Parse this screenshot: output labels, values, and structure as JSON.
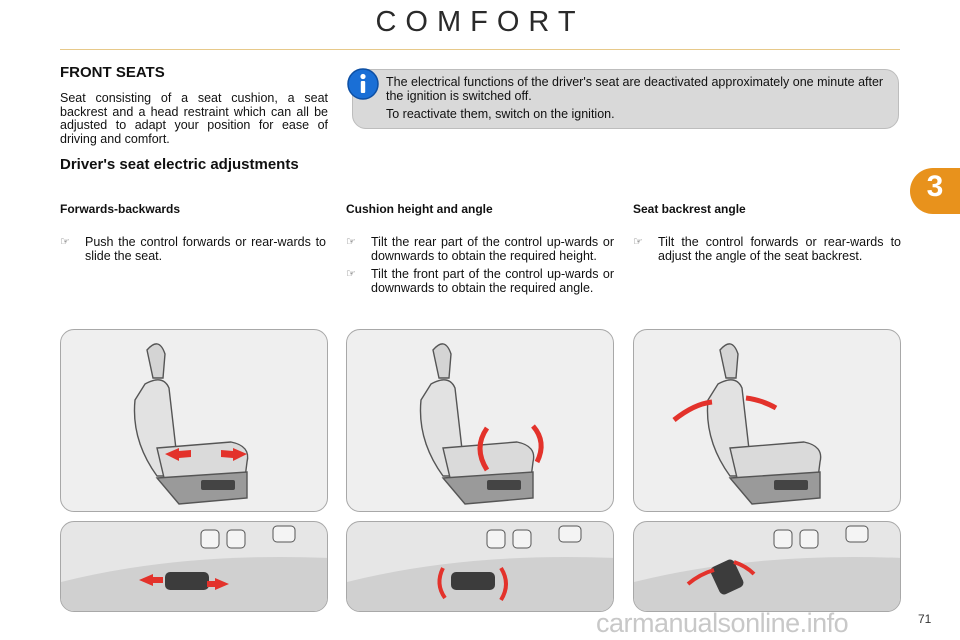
{
  "header": {
    "title": "COMFORT"
  },
  "chapter": {
    "number": "3"
  },
  "front_seats": {
    "heading": "FRONT SEATS",
    "intro": "Seat consisting of a seat cushion, a seat backrest and a head restraint which can all be adjusted to adapt your position for ease of driving and comfort."
  },
  "info": {
    "icon": "info-icon",
    "paragraphs": [
      "The electrical functions of the driver's seat are deactivated approximately one minute after the ignition is switched off.",
      "To reactivate them, switch on the ignition."
    ]
  },
  "driver": {
    "heading": "Driver's seat electric adjustments"
  },
  "sections": [
    {
      "heading": "Forwards-backwards",
      "bullets": [
        "Push the control forwards or rear-wards to slide the seat."
      ]
    },
    {
      "heading": "Cushion height and angle",
      "bullets": [
        "Tilt the rear part of the control up-wards or downwards to obtain the required height.",
        "Tilt the front part of the control up-wards or downwards to obtain the required angle."
      ]
    },
    {
      "heading": "Seat backrest angle",
      "bullets": [
        "Tilt the control forwards or rear-wards to adjust the angle of the seat backrest."
      ]
    }
  ],
  "bullet_icon": "pointing-hand-icon",
  "colors": {
    "accent": "#e8921c",
    "arrow": "#e3322b",
    "info": "#1a6fd6",
    "rule": "#e7c98a"
  },
  "footer": {
    "page": "71",
    "watermark": "carmanualsonline.info"
  }
}
